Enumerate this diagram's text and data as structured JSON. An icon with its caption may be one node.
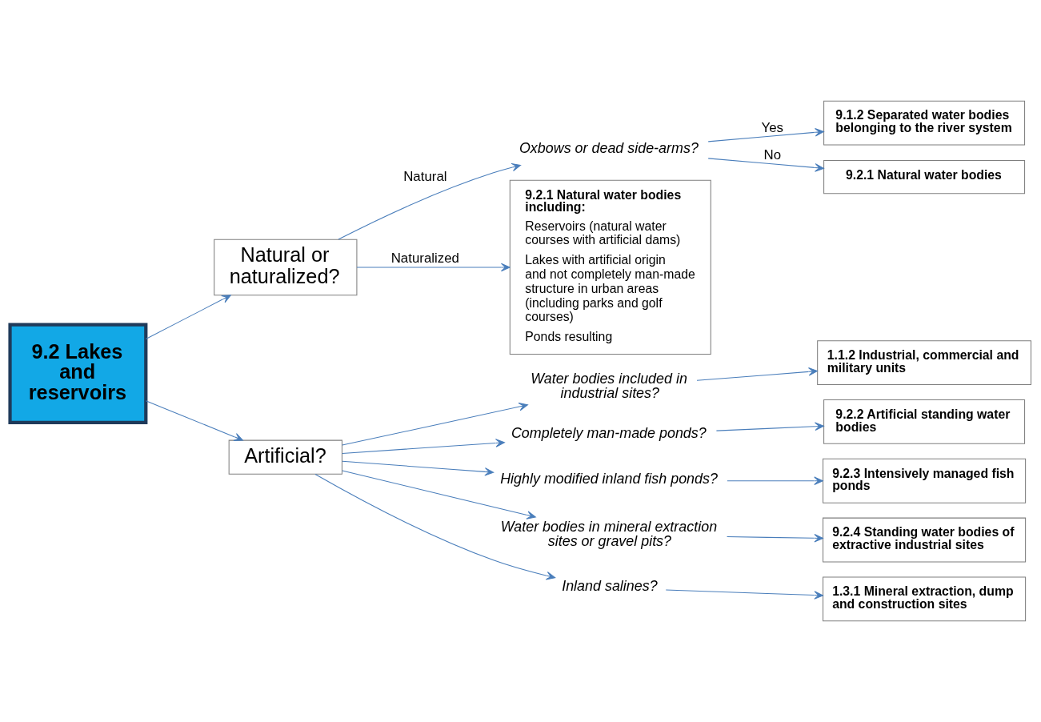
{
  "diagram": {
    "nodes": [
      {
        "text": [
          "9.2 Lakes and reservoirs"
        ]
      },
      {
        "text": [
          "Natural or naturalized?"
        ]
      },
      {
        "text": [
          "Artificial?"
        ]
      },
      {
        "text": [
          "Oxbows or dead side-arms?"
        ]
      },
      {
        "text": [
          "9.1.2 Separated water bodies belonging to the river system"
        ]
      },
      {
        "text": [
          "9.2.1 Natural water bodies"
        ]
      },
      {
        "text": [
          "9.2.1 Natural water bodies including:",
          "Reservoirs (natural water courses with artificial dams)",
          "Lakes with artificial origin and not completely man-made structure in urban areas (including parks and golf courses)",
          "Ponds resulting"
        ]
      },
      {
        "text": [
          "Water bodies included in industrial sites?"
        ]
      },
      {
        "text": [
          "Completely man-made ponds?"
        ]
      },
      {
        "text": [
          "Highly modified inland fish ponds?"
        ]
      },
      {
        "text": [
          "Water bodies in mineral extraction sites or gravel pits?"
        ]
      },
      {
        "text": [
          "Inland salines?"
        ]
      },
      {
        "text": [
          "1.1.2 Industrial, commercial and military units"
        ]
      },
      {
        "text": [
          "9.2.2 Artificial standing water bodies"
        ]
      },
      {
        "text": [
          "9.2.3 Intensively managed fish ponds"
        ]
      },
      {
        "text": [
          "9.2.4 Standing water bodies of extractive industrial sites"
        ]
      },
      {
        "text": [
          "1.3.1 Mineral extraction, dump and construction sites"
        ]
      }
    ],
    "edges": [
      {
        "from": 0,
        "to": 1,
        "arrow": "to"
      },
      {
        "from": 0,
        "to": 2,
        "arrow": "to"
      },
      {
        "from": 1,
        "to": 3,
        "arrow": "to",
        "label": "Natural"
      },
      {
        "from": 1,
        "to": 6,
        "arrow": "to",
        "label": "Naturalized"
      },
      {
        "from": 3,
        "to": 4,
        "arrow": "to",
        "label": "Yes"
      },
      {
        "from": 3,
        "to": 5,
        "arrow": "to",
        "label": "No"
      },
      {
        "from": 2,
        "to": 7,
        "arrow": "to"
      },
      {
        "from": 2,
        "to": 8,
        "arrow": "to"
      },
      {
        "from": 2,
        "to": 9,
        "arrow": "to"
      },
      {
        "from": 2,
        "to": 10,
        "arrow": "to"
      },
      {
        "from": 2,
        "to": 11,
        "arrow": "to"
      },
      {
        "from": 7,
        "to": 12,
        "arrow": "to"
      },
      {
        "from": 8,
        "to": 13,
        "arrow": "to"
      },
      {
        "from": 9,
        "to": 14,
        "arrow": "to"
      },
      {
        "from": 10,
        "to": 15,
        "arrow": "to"
      },
      {
        "from": 11,
        "to": 16,
        "arrow": "to"
      }
    ]
  }
}
